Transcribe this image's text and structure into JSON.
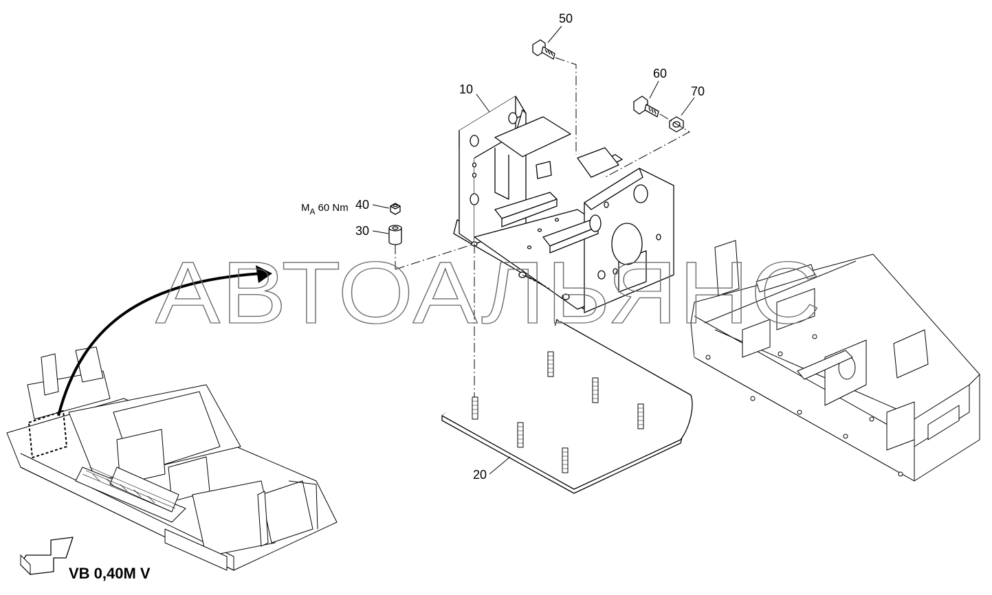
{
  "watermark": "АВТОАЛЬЯНС",
  "view_label": "VB 0,40M V",
  "torque_spec": {
    "prefix": "M",
    "subscript": "A",
    "value": "60 Nm"
  },
  "parts": [
    {
      "id": "10"
    },
    {
      "id": "20"
    },
    {
      "id": "30"
    },
    {
      "id": "40"
    },
    {
      "id": "50"
    },
    {
      "id": "60"
    },
    {
      "id": "70"
    }
  ]
}
